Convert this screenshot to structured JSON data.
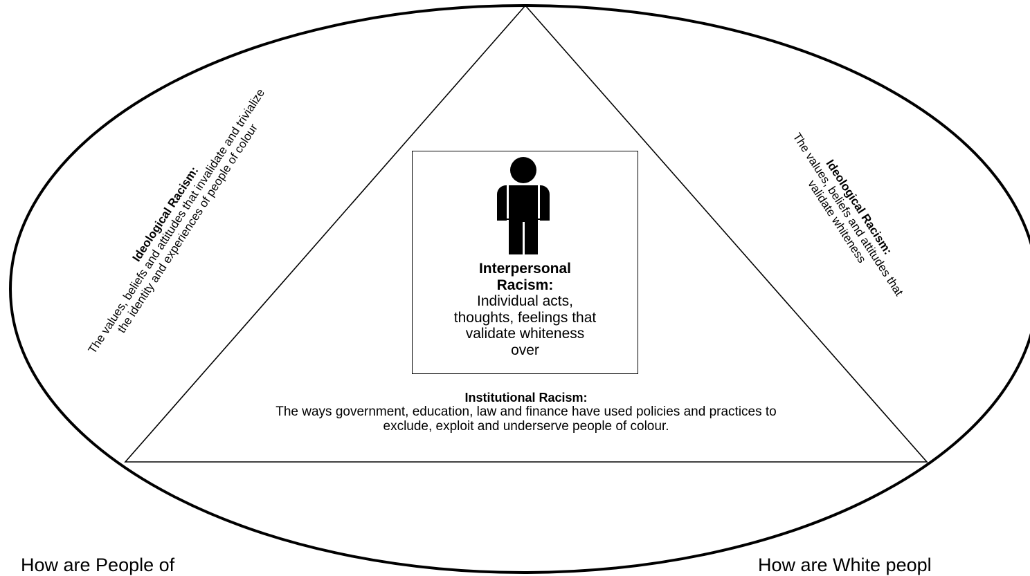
{
  "left_ideology": {
    "title": "Ideological Racism:",
    "body": "The values, beliefs and attitudes that invalidate and trivialize the identity and experiences of people of colour"
  },
  "right_ideology": {
    "title": "Ideological Racism:",
    "body": "The values, beliefs and attitudes that validate whiteness"
  },
  "interpersonal": {
    "title": "Interpersonal Racism:",
    "body": "Individual acts, thoughts, feelings that validate whiteness over"
  },
  "institutional": {
    "title": "Institutional Racism:",
    "body": "The ways government, education, law and finance have used policies and practices to exclude, exploit and underserve people of colour."
  },
  "bottom": {
    "left_question": "How are People of",
    "right_question": "How are White peopl"
  },
  "icons": {
    "figure": "person-icon"
  },
  "colors": {
    "stroke": "#000000",
    "background": "#ffffff"
  }
}
